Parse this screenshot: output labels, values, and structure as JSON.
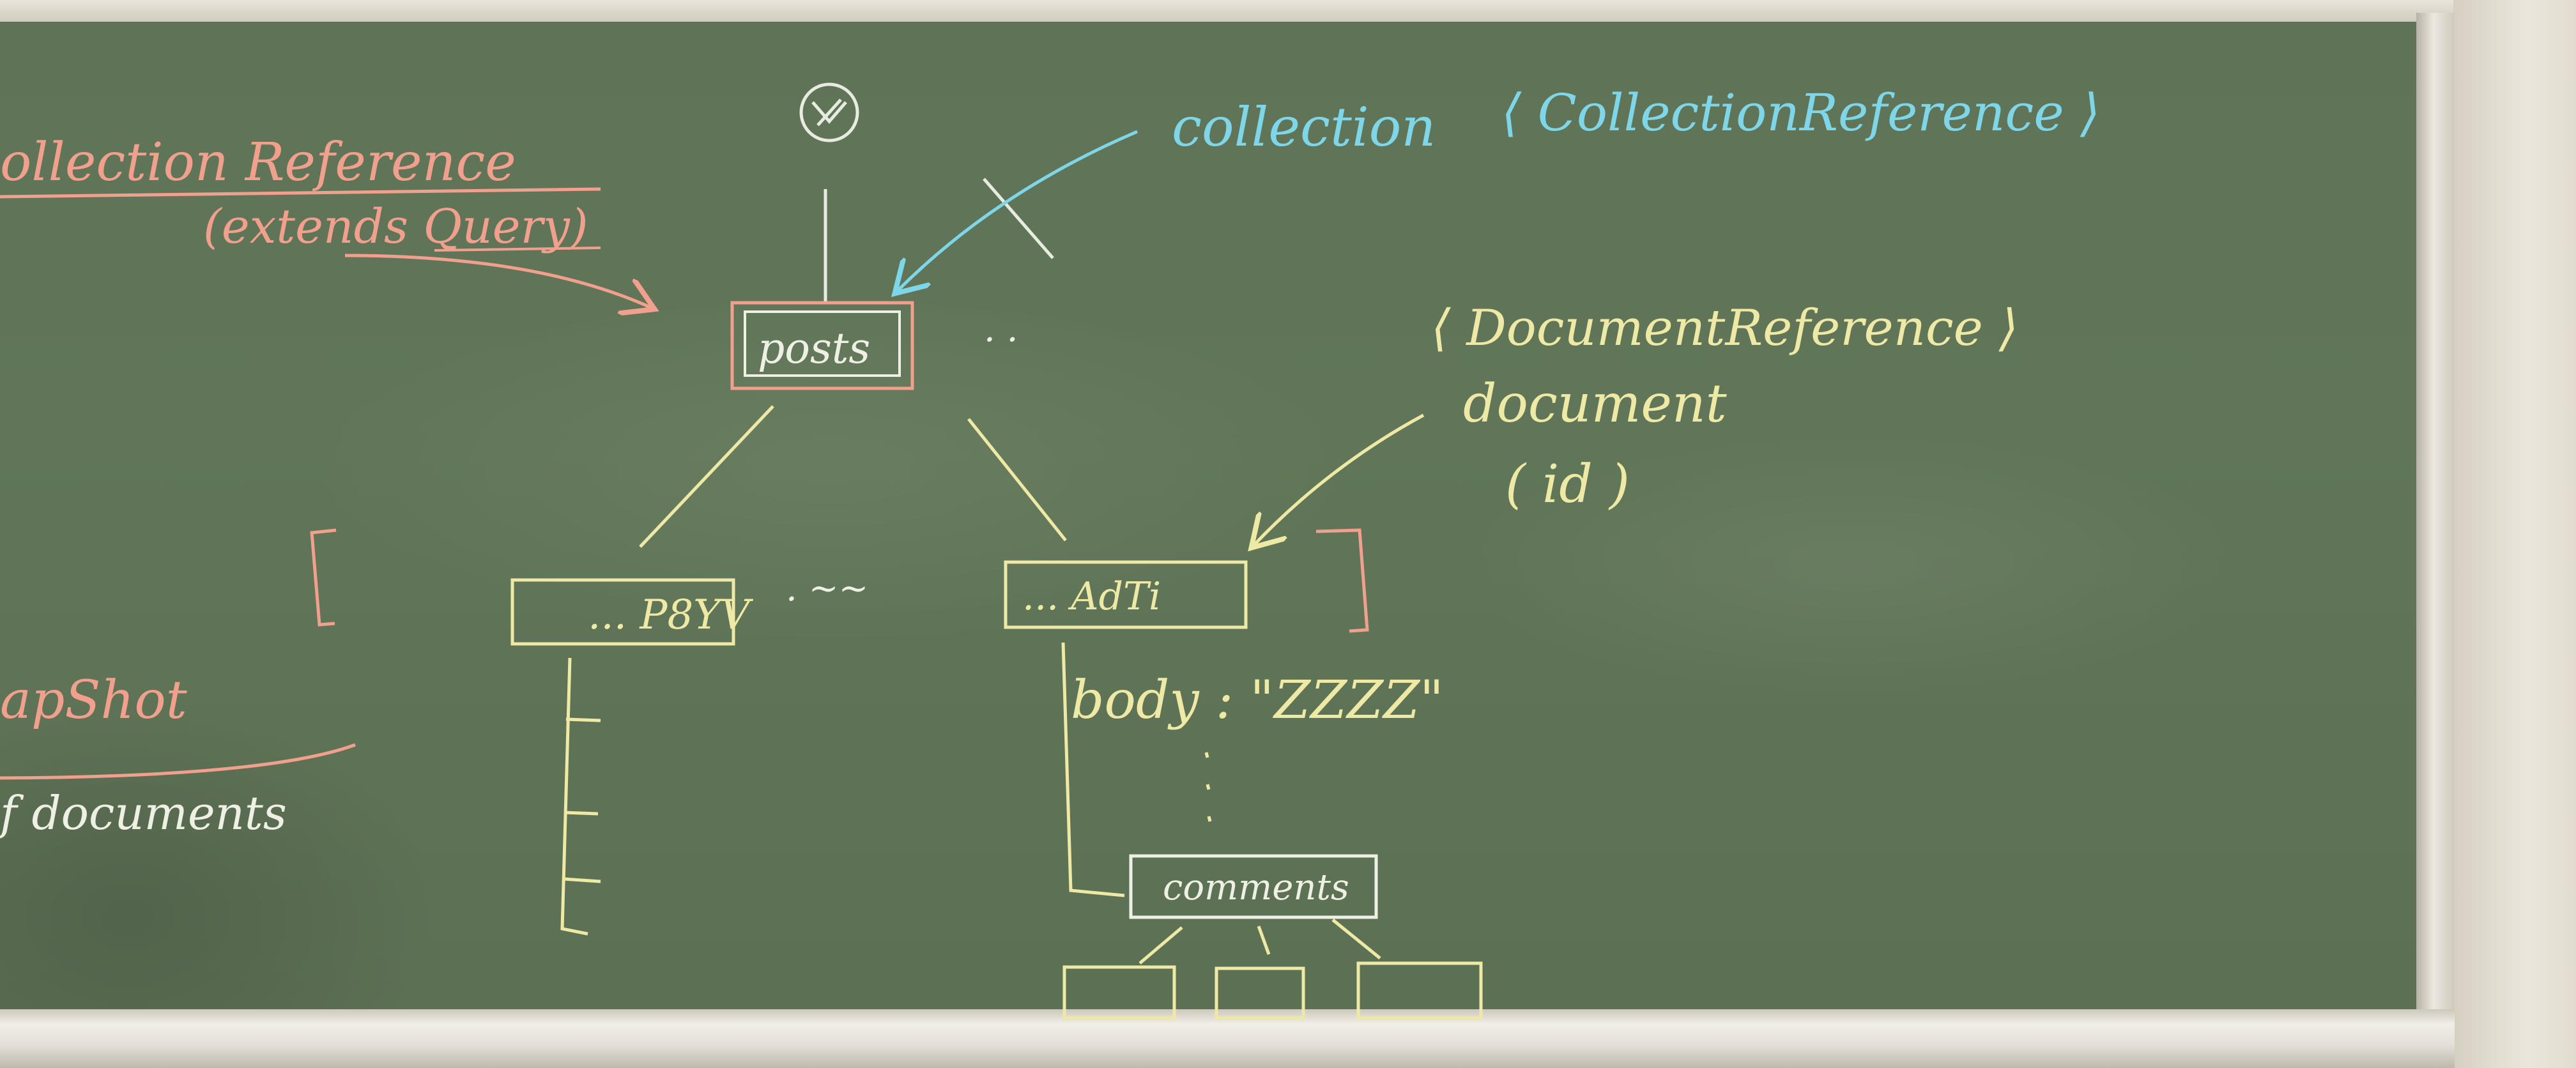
{
  "colors": {
    "pink": "#f1a08e",
    "cyan": "#7fd6e8",
    "yellow": "#efe9a6",
    "white": "#eef0e4",
    "board": "#5f7357"
  },
  "labels": {
    "collection_reference": "ollection Reference",
    "extends_query": "(extends Query)",
    "collection": "collection",
    "collection_type": "⟨ CollectionReference ⟩",
    "posts": "posts",
    "ellipsis_posts": ". .",
    "document_type": "⟨ DocumentReference ⟩",
    "document": "document",
    "id": "( id )",
    "snapshot": "apShot",
    "documents": "f documents",
    "left_doc": "... P8YV",
    "right_doc": "... AdTi",
    "between_docs": ". ~~",
    "body": "body : \"ZZZZ\"",
    "comments": "comments"
  }
}
